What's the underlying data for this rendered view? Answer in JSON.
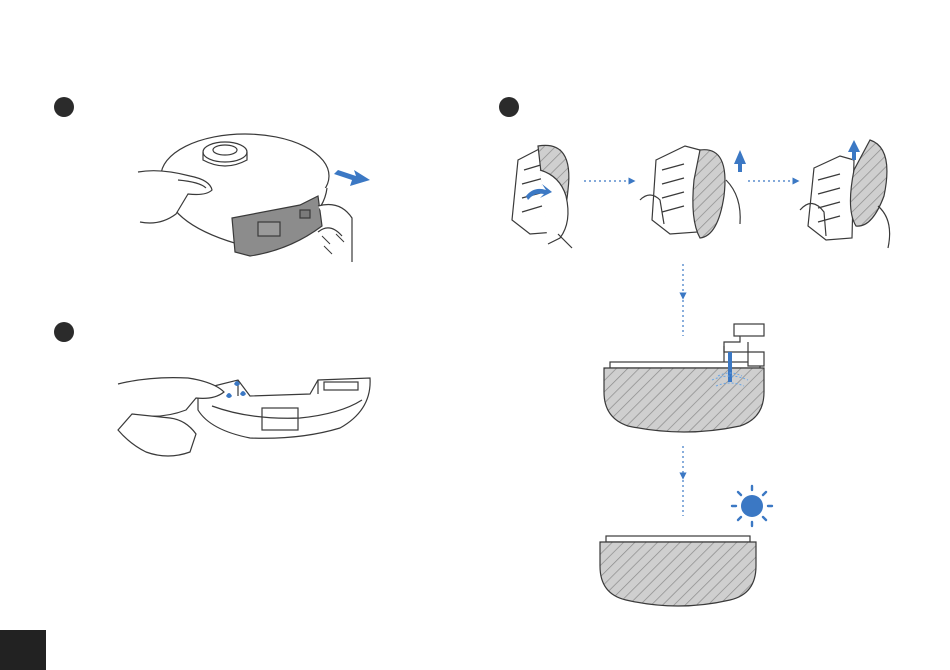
{
  "colors": {
    "step_dot": "#2b2b2b",
    "line": "#3a3a3a",
    "accent_blue": "#3b78c4",
    "light_blue": "#6aa6e6",
    "hatch_fill": "#cfcfcf",
    "hatch_line": "#8a8a8a",
    "robot_grey": "#8c8c8c",
    "footer_tab": "#222222"
  },
  "steps": [
    {
      "id": 1,
      "name": "remove-mop-module",
      "icon": "filled-circle"
    },
    {
      "id": 2,
      "name": "wipe-module-base",
      "icon": "filled-circle"
    },
    {
      "id": 3,
      "name": "detach-wash-dry-mop-pad",
      "icon": "filled-circle"
    }
  ],
  "icons": [
    "slide-out-arrow-icon",
    "water-drops-icon",
    "rotate-arrow-icon",
    "lift-arrow-icon",
    "faucet-icon",
    "sun-icon"
  ]
}
